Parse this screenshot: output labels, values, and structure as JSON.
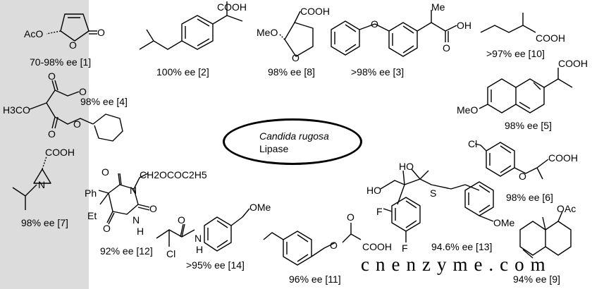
{
  "center": {
    "name": "Candida rugosa",
    "sub": "Lipase"
  },
  "labels": [
    "70-98% ee [1]",
    "100% ee [2]",
    "98% ee [8]",
    ">98% ee [3]",
    ">97% ee [10]",
    "98% ee [4]",
    "98% ee [5]",
    "98% ee [7]",
    "92% ee [12]",
    ">95% ee [14]",
    "98% ee [6]",
    "96% ee [11]",
    "94.6% ee [13]",
    "94% ee [9]"
  ],
  "atoms": {
    "aco": "AcO",
    "o": "O",
    "cooh": "COOH",
    "meo": "MeO",
    "me": "Me",
    "oh": "OH",
    "h3co": "H3CO",
    "n": "N",
    "ph": "Ph",
    "et": "Et",
    "h": "H",
    "cl": "Cl",
    "ome": "OMe",
    "f": "F",
    "ho": "HO",
    "s": "S",
    "oac": "OAc",
    "side_chain": "CH2OCOC2H5"
  },
  "watermark": "cnenzyme.com"
}
